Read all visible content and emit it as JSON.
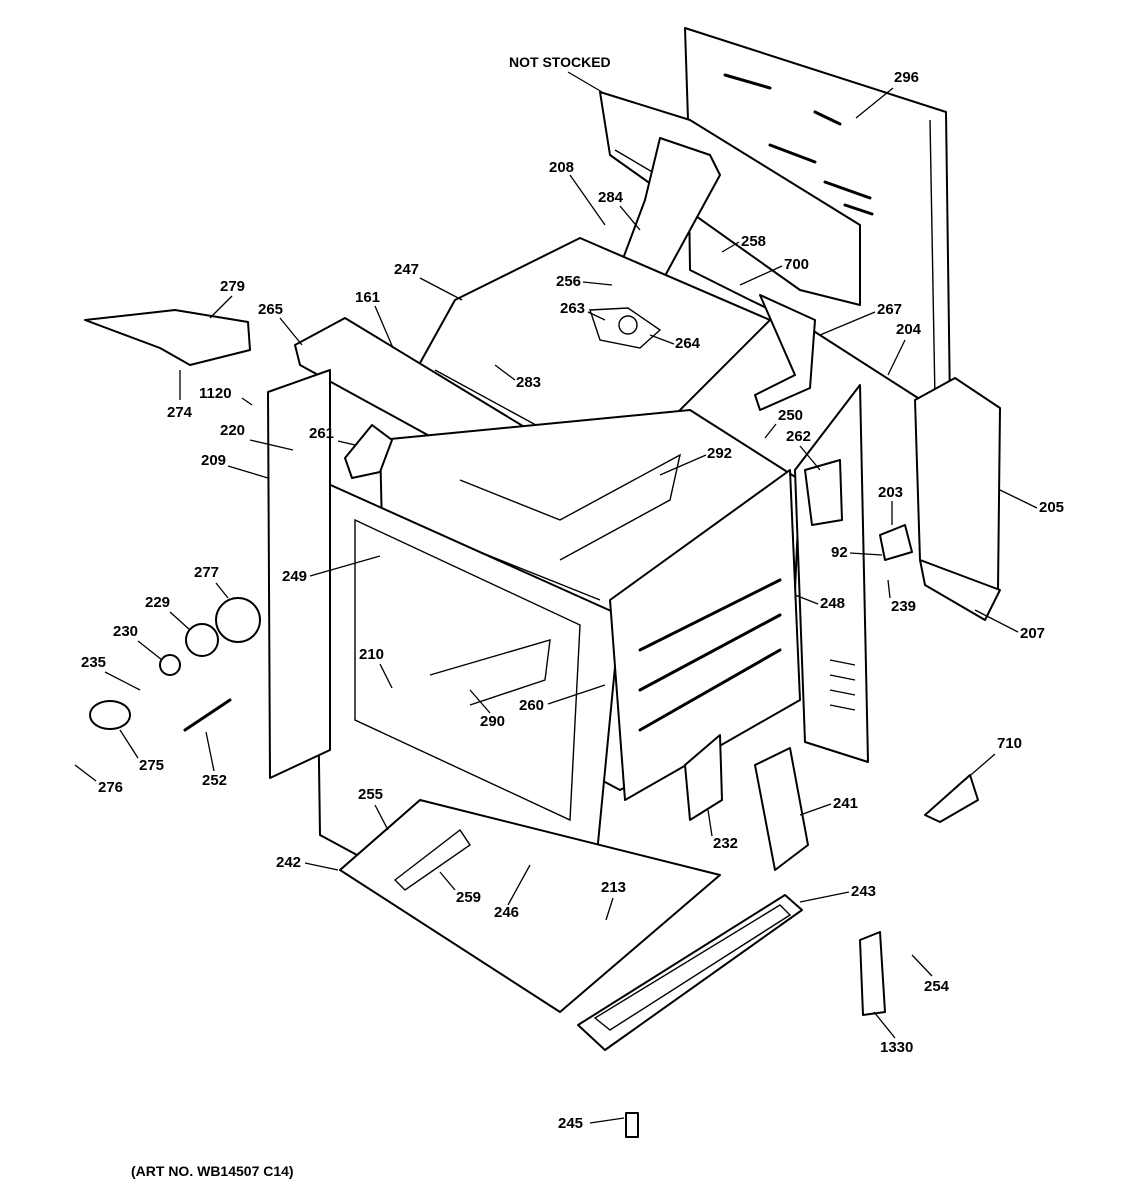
{
  "note": "NOT STOCKED",
  "caption": "(ART NO. WB14507 C14)",
  "callouts": [
    "296",
    "208",
    "284",
    "258",
    "700",
    "256",
    "263",
    "264",
    "247",
    "161",
    "265",
    "279",
    "267",
    "204",
    "283",
    "274",
    "1120",
    "220",
    "261",
    "250",
    "262",
    "292",
    "209",
    "205",
    "203",
    "92",
    "239",
    "207",
    "248",
    "249",
    "277",
    "229",
    "230",
    "235",
    "210",
    "290",
    "260",
    "275",
    "276",
    "252",
    "710",
    "241",
    "255",
    "232",
    "242",
    "259",
    "246",
    "213",
    "243",
    "254",
    "1330",
    "245"
  ]
}
